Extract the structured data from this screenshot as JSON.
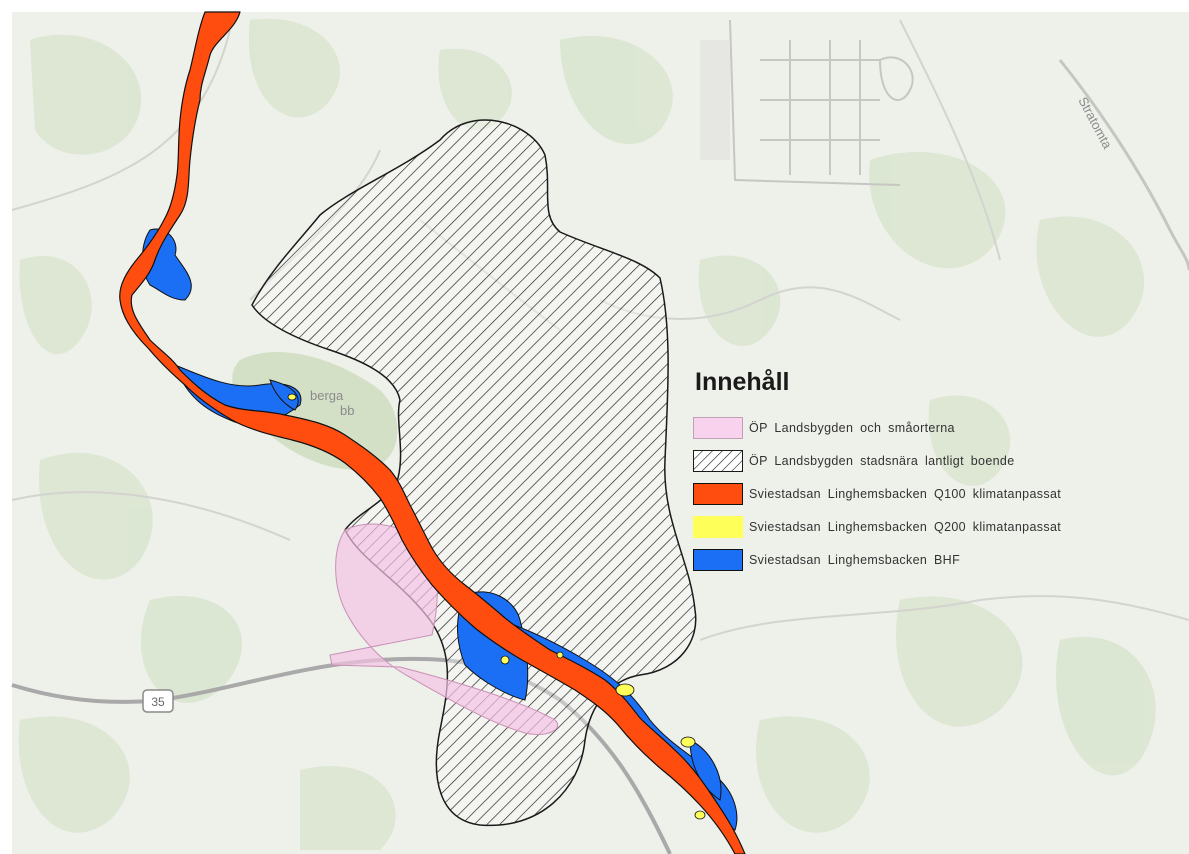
{
  "legend": {
    "title": "Innehåll",
    "items": [
      {
        "label": "ÖP Landsbygden och småorterna",
        "color": "#f9d3ee",
        "pattern": "solid-fill"
      },
      {
        "label": "ÖP Landsbygden stadsnära lantligt boende",
        "color": "#ffffff",
        "pattern": "diagonal-hatch"
      },
      {
        "label": "Sviestadsan Linghemsbacken Q100 klimatanpassat",
        "color": "#ff4d0f",
        "pattern": "solid-fill"
      },
      {
        "label": "Sviestadsan Linghemsbacken Q200 klimatanpassat",
        "color": "#ffff5a",
        "pattern": "solid-fill"
      },
      {
        "label": "Sviestadsan Linghemsbacken BHF",
        "color": "#1a6ff5",
        "pattern": "solid-fill"
      }
    ]
  },
  "basemap": {
    "road_label": "Stratomta",
    "route_shield": "35",
    "place_label_1": "berga",
    "place_label_2": "bb"
  },
  "colors": {
    "land": "#eef0ea",
    "vegetation": "#d8e3cf",
    "park": "#cfddc0",
    "road": "#b9b9b9",
    "highway": "#a6a6a6",
    "water_q100": "#ff4d0f",
    "water_q200": "#ffff5a",
    "water_bhf": "#1a6ff5",
    "pink_zone": "#f3c2e4"
  }
}
